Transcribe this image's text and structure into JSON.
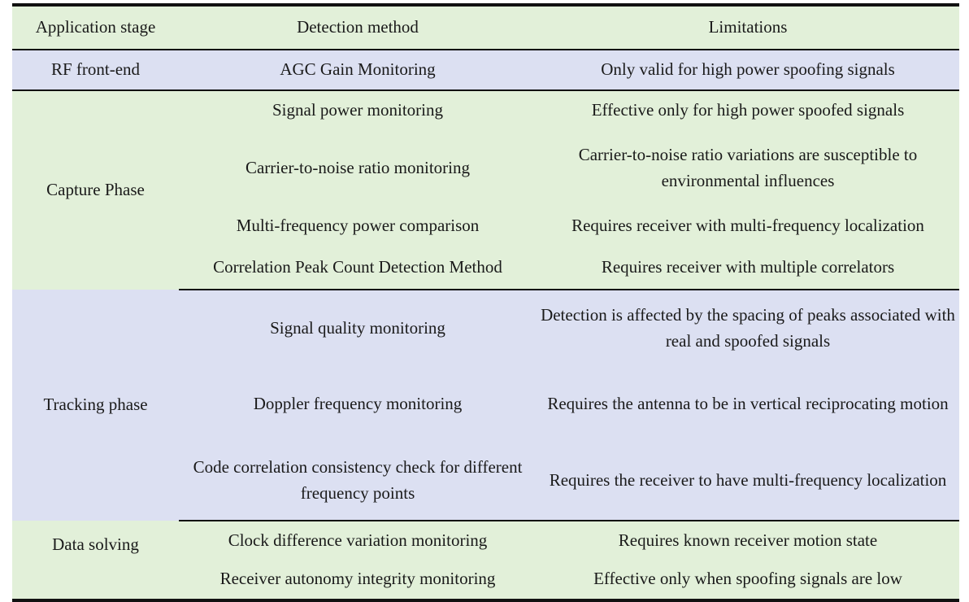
{
  "table": {
    "columns": [
      {
        "key": "stage",
        "label": "Application stage"
      },
      {
        "key": "method",
        "label": "Detection method"
      },
      {
        "key": "limit",
        "label": "Limitations"
      }
    ],
    "colors": {
      "band_green": "#e2f0d9",
      "band_blue": "#dce0f2",
      "rule": "#111111",
      "text": "#1a1a1a",
      "page_background": "#ffffff"
    },
    "groups": [
      {
        "stage": "RF front-end",
        "band": "blue",
        "rows": [
          {
            "method": "AGC Gain Monitoring",
            "limit": "Only valid for high power spoofing signals"
          }
        ]
      },
      {
        "stage": "Capture Phase",
        "band": "green",
        "rows": [
          {
            "method": "Signal power monitoring",
            "limit": "Effective only for high power spoofed signals"
          },
          {
            "method": "Carrier-to-noise ratio monitoring",
            "limit": "Carrier-to-noise ratio variations are susceptible to environmental influences"
          },
          {
            "method": "Multi-frequency power comparison",
            "limit": "Requires receiver with multi-frequency localization"
          },
          {
            "method": "Correlation Peak Count Detection Method",
            "limit": "Requires receiver with multiple correlators"
          }
        ]
      },
      {
        "stage": "Tracking phase",
        "band": "blue",
        "rows": [
          {
            "method": "Signal quality monitoring",
            "limit": "Detection is affected by the spacing of peaks associated with real and spoofed signals"
          },
          {
            "method": "Doppler frequency monitoring",
            "limit": "Requires the antenna to be in vertical reciprocating motion"
          },
          {
            "method": "Code correlation consistency check for different frequency points",
            "limit": "Requires the receiver to have multi-frequency localization"
          }
        ]
      },
      {
        "stage": "Data solving",
        "band": "green",
        "rows": [
          {
            "method": "Clock difference variation monitoring",
            "limit": "Requires known receiver motion state"
          },
          {
            "method": "Receiver autonomy integrity monitoring",
            "limit": "Effective only when spoofing signals are low"
          }
        ]
      }
    ]
  }
}
